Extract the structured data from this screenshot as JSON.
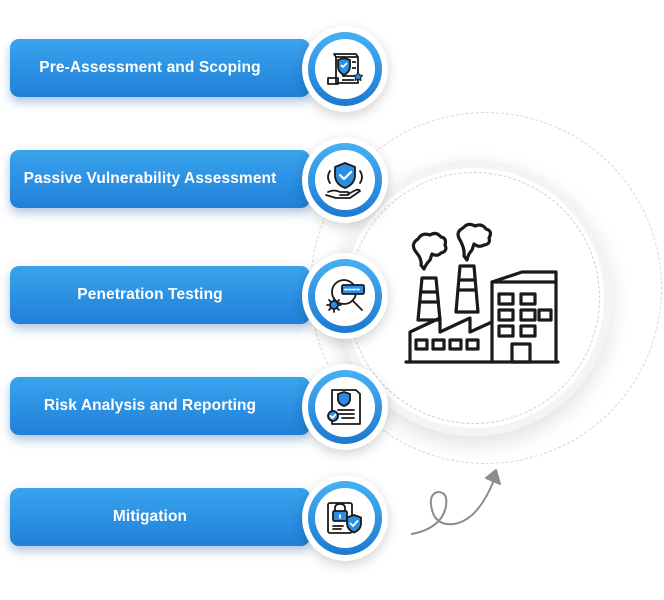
{
  "steps": [
    {
      "label": "Pre-Assessment and Scoping",
      "icon": "document-checklist-icon"
    },
    {
      "label": "Passive Vulnerability Assessment",
      "icon": "shield-hand-icon"
    },
    {
      "label": "Penetration Testing",
      "icon": "magnifier-gear-icon"
    },
    {
      "label": "Risk Analysis and Reporting",
      "icon": "report-shield-icon"
    },
    {
      "label": "Mitigation",
      "icon": "lock-shield-icon"
    }
  ],
  "center_icon": "factory-icon",
  "colors": {
    "accent": "#1f80d8",
    "accent_light": "#3aa3ee",
    "icon_blue": "#2a8fe4",
    "line": "#1a1a1a"
  }
}
